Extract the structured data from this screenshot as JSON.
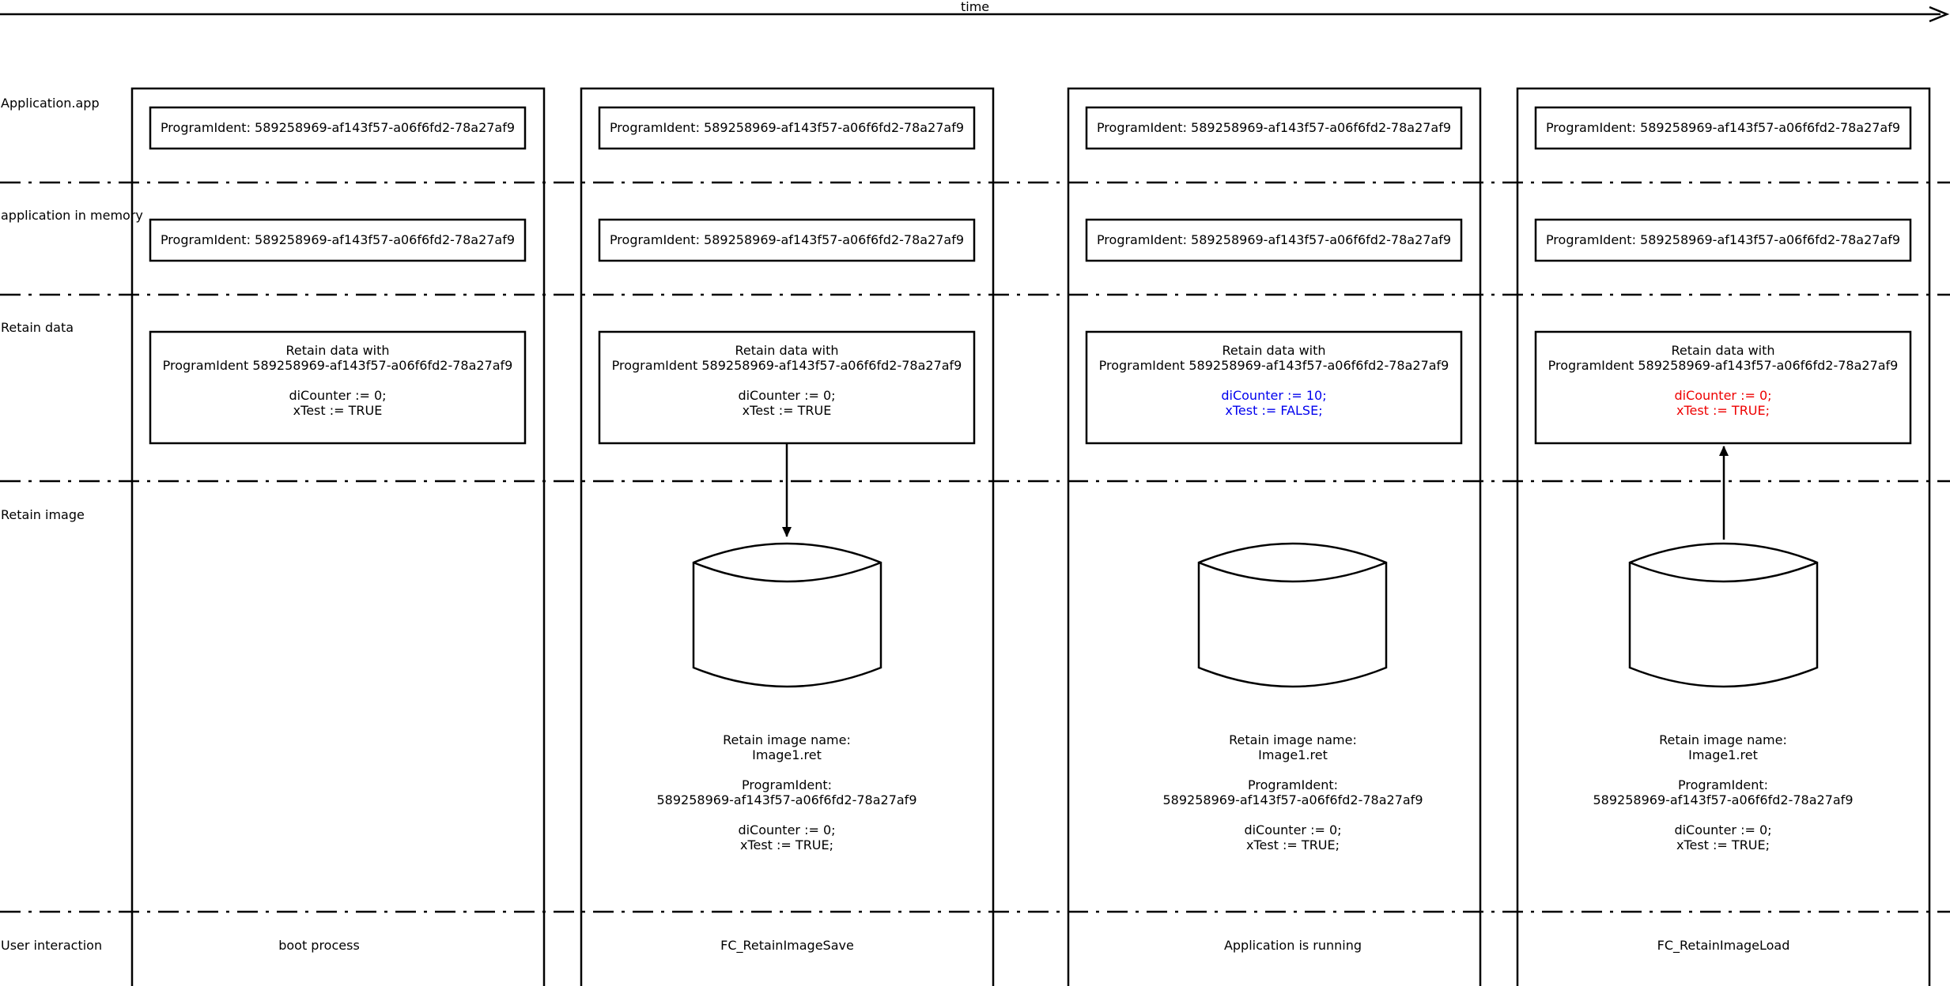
{
  "time_label": "time",
  "lanes": {
    "application_app": "Application.app",
    "application_memory": "application in memory",
    "retain_data": "Retain data",
    "retain_image": "Retain image",
    "user_interaction": "User interaction"
  },
  "colors": {
    "default": "#000000",
    "modified": "#0000ee",
    "restored": "#ee0000"
  },
  "columns": [
    {
      "app_ident": "ProgramIdent: 589258969-af143f57-a06f6fd2-78a27af9",
      "memory_ident": "ProgramIdent: 589258969-af143f57-a06f6fd2-78a27af9",
      "retain": {
        "line1": "Retain data with",
        "line2": "ProgramIdent 589258969-af143f57-a06f6fd2-78a27af9",
        "var1": "diCounter := 0;",
        "var2": "xTest := TRUE",
        "color": "#000000"
      },
      "user_interaction": "boot process"
    },
    {
      "app_ident": "ProgramIdent: 589258969-af143f57-a06f6fd2-78a27af9",
      "memory_ident": "ProgramIdent: 589258969-af143f57-a06f6fd2-78a27af9",
      "retain": {
        "line1": "Retain data with",
        "line2": "ProgramIdent 589258969-af143f57-a06f6fd2-78a27af9",
        "var1": "diCounter := 0;",
        "var2": "xTest := TRUE",
        "color": "#000000"
      },
      "image": {
        "name_label": "Retain image name:",
        "name": "Image1.ret",
        "ident_label": "ProgramIdent:",
        "ident": "589258969-af143f57-a06f6fd2-78a27af9",
        "var1": "diCounter := 0;",
        "var2": "xTest := TRUE;"
      },
      "arrow": "down",
      "user_interaction": "FC_RetainImageSave"
    },
    {
      "app_ident": "ProgramIdent: 589258969-af143f57-a06f6fd2-78a27af9",
      "memory_ident": "ProgramIdent: 589258969-af143f57-a06f6fd2-78a27af9",
      "retain": {
        "line1": "Retain data with",
        "line2": "ProgramIdent 589258969-af143f57-a06f6fd2-78a27af9",
        "var1": "diCounter := 10;",
        "var2": "xTest := FALSE;",
        "color": "#0000ee"
      },
      "image": {
        "name_label": "Retain image name:",
        "name": "Image1.ret",
        "ident_label": "ProgramIdent:",
        "ident": "589258969-af143f57-a06f6fd2-78a27af9",
        "var1": "diCounter := 0;",
        "var2": "xTest := TRUE;"
      },
      "arrow": "none",
      "user_interaction": "Application is running"
    },
    {
      "app_ident": "ProgramIdent: 589258969-af143f57-a06f6fd2-78a27af9",
      "memory_ident": "ProgramIdent: 589258969-af143f57-a06f6fd2-78a27af9",
      "retain": {
        "line1": "Retain data with",
        "line2": "ProgramIdent 589258969-af143f57-a06f6fd2-78a27af9",
        "var1": "diCounter := 0;",
        "var2": "xTest := TRUE;",
        "color": "#ee0000"
      },
      "image": {
        "name_label": "Retain image name:",
        "name": "Image1.ret",
        "ident_label": "ProgramIdent:",
        "ident": "589258969-af143f57-a06f6fd2-78a27af9",
        "var1": "diCounter := 0;",
        "var2": "xTest := TRUE;"
      },
      "arrow": "up",
      "user_interaction": "FC_RetainImageLoad"
    }
  ]
}
